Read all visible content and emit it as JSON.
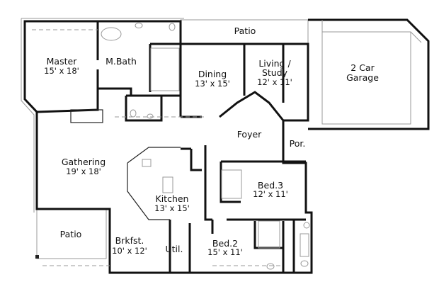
{
  "rooms": {
    "master": {
      "name": "Master",
      "size": "15' x 18'"
    },
    "mbath": {
      "name": "M.Bath"
    },
    "dining": {
      "name": "Dining",
      "size": "13' x 15'"
    },
    "living": {
      "name1": "Living /",
      "name2": "Study",
      "size": "12' x 11'"
    },
    "garage": {
      "name1": "2 Car",
      "name2": "Garage"
    },
    "patio_top": {
      "name": "Patio"
    },
    "foyer": {
      "name": "Foyer"
    },
    "porch": {
      "name": "Por."
    },
    "gathering": {
      "name": "Gathering",
      "size": "19' x 18'"
    },
    "kitchen": {
      "name": "Kitchen",
      "size": "13' x 15'"
    },
    "bed3": {
      "name": "Bed.3",
      "size": "12' x 11'"
    },
    "patio_bottom": {
      "name": "Patio"
    },
    "brkfst": {
      "name": "Brkfst.",
      "size": "10' x 12'"
    },
    "util": {
      "name": "Util."
    },
    "bed2": {
      "name": "Bed.2",
      "size": "15' x 11'"
    }
  },
  "colors": {
    "wall": "#111111",
    "fixture": "#999999",
    "background": "#ffffff"
  }
}
